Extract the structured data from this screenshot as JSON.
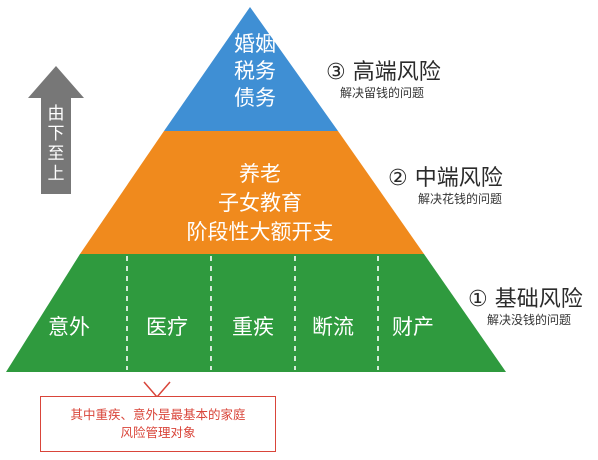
{
  "pyramid": {
    "colors": {
      "top": "#3f8fd4",
      "middle": "#f08a1d",
      "base": "#2f9a3e",
      "note_border": "#d9453a",
      "arrow": "#777777"
    },
    "top_tier": {
      "lines": [
        "婚姻",
        "税务",
        "债务"
      ]
    },
    "middle_tier": {
      "lines": [
        "养老",
        "子女教育",
        "阶段性大额开支"
      ]
    },
    "base_tier": {
      "items": [
        "意外",
        "医疗",
        "重疾",
        "断流",
        "财产"
      ]
    }
  },
  "labels": {
    "high": {
      "title": "③ 高端风险",
      "subtitle": "解决留钱的问题"
    },
    "middle": {
      "title": "② 中端风险",
      "subtitle": "解决花钱的问题"
    },
    "base": {
      "title": "① 基础风险",
      "subtitle": "解决没钱的问题"
    }
  },
  "arrow": {
    "text": [
      "由",
      "下",
      "至",
      "上"
    ]
  },
  "note": {
    "lines": [
      "其中重疾、意外是最基本的家庭",
      "风险管理对象"
    ]
  }
}
